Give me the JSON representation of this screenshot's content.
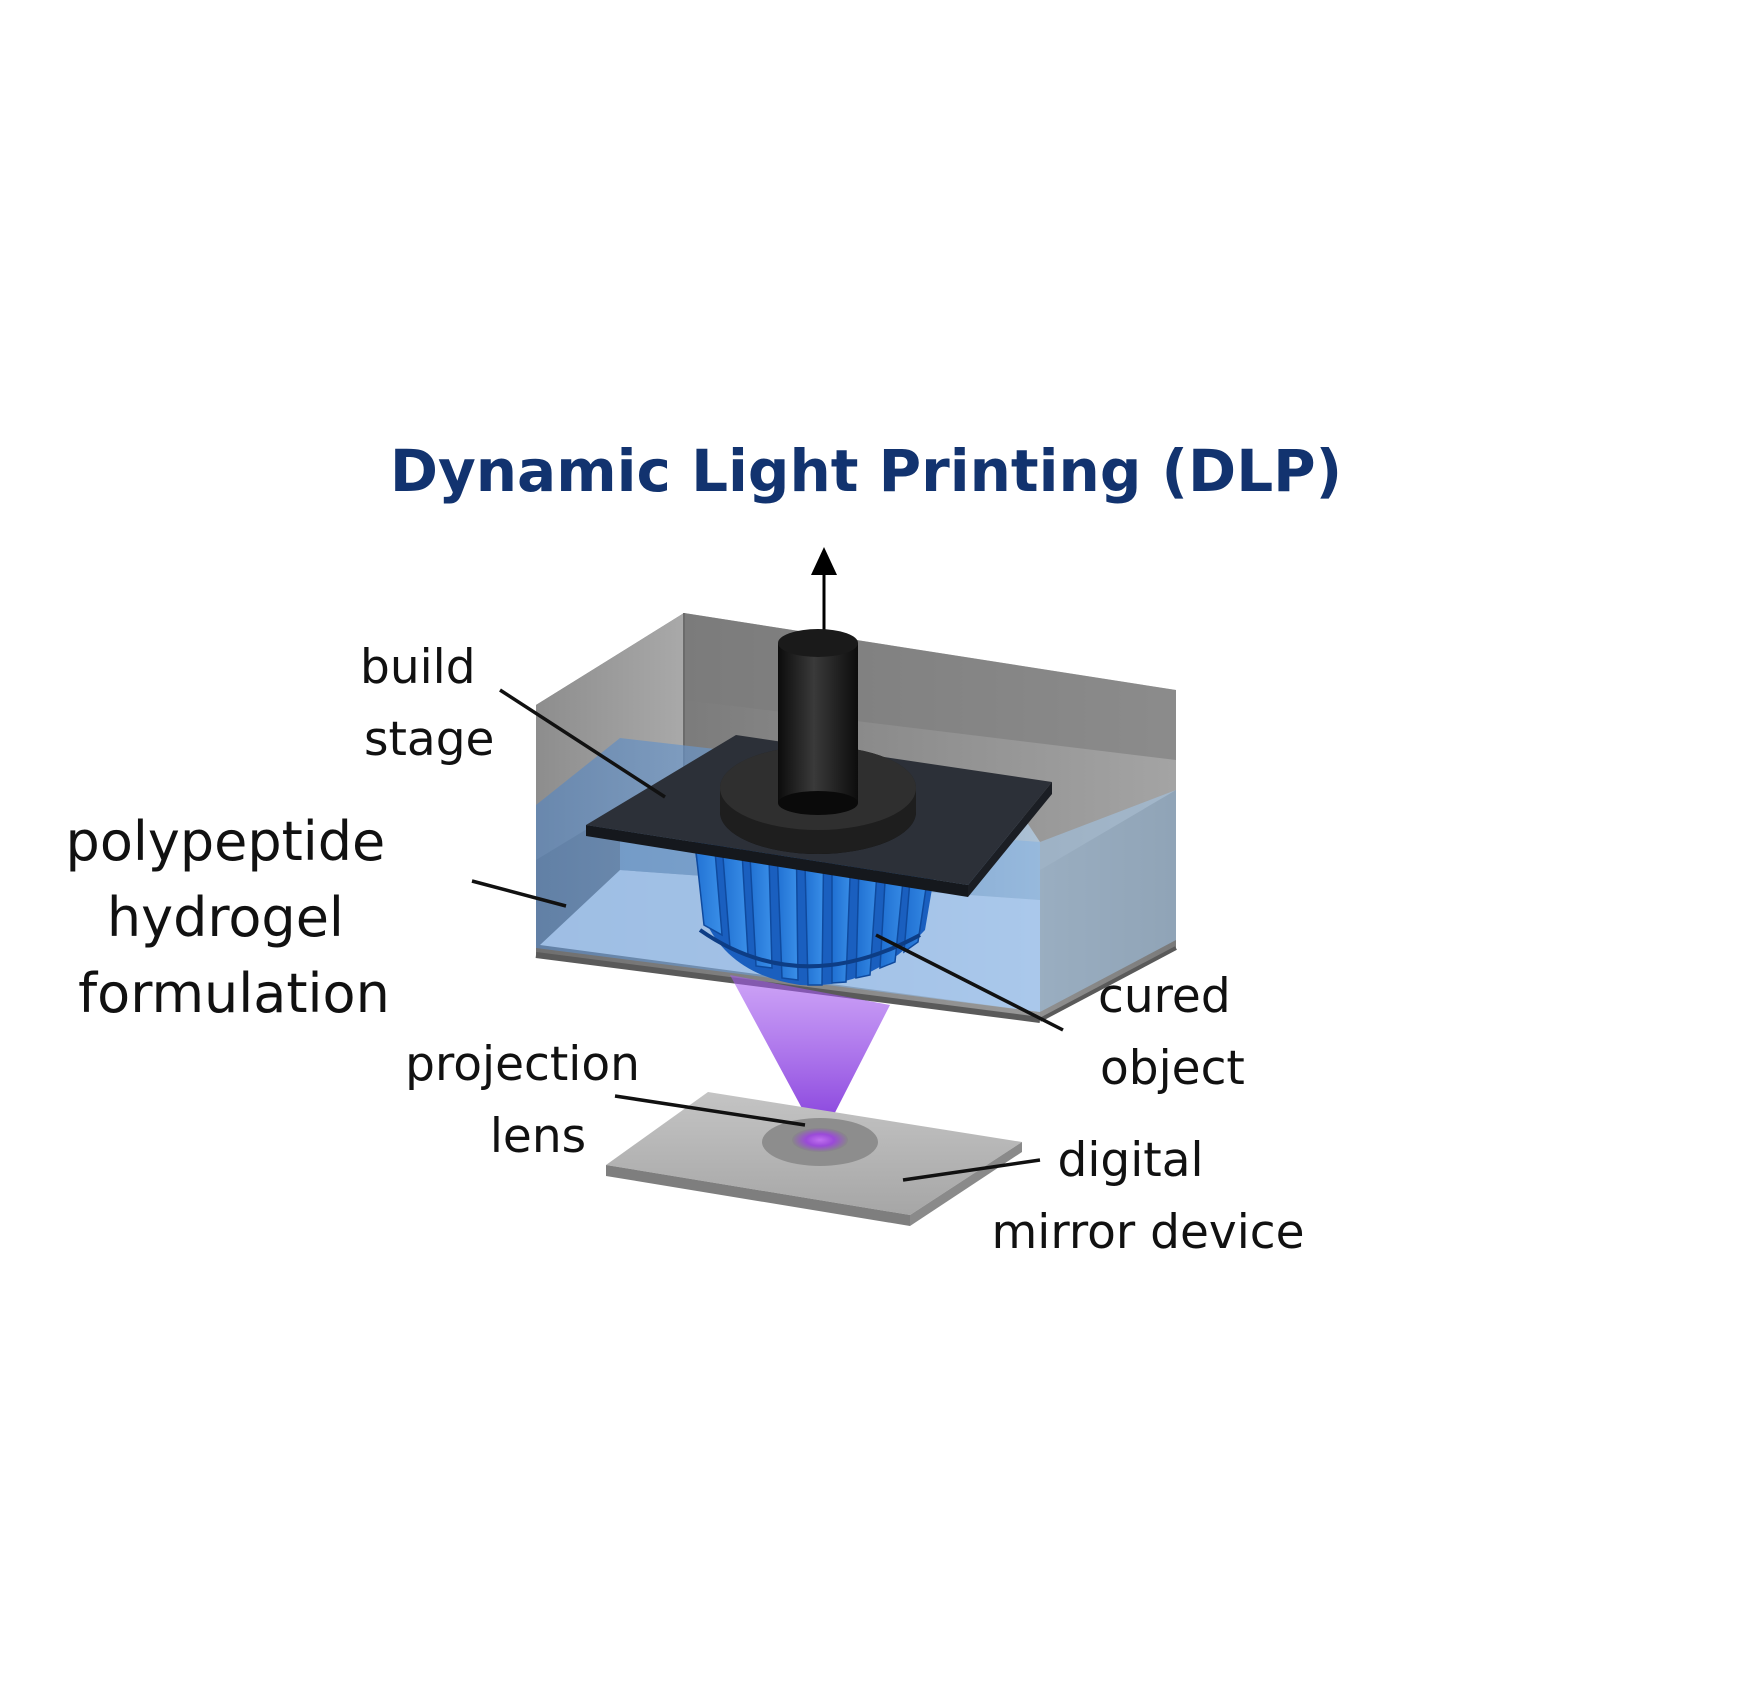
{
  "title": "Dynamic Light Printing (DLP)",
  "labels": {
    "build_stage": [
      "build",
      "stage"
    ],
    "hydrogel": [
      "polypeptide",
      "hydrogel",
      "formulation"
    ],
    "cured_object": [
      "cured",
      "object"
    ],
    "projection_lens": [
      "projection",
      "lens"
    ],
    "mirror_device": [
      "digital",
      "mirror device"
    ]
  },
  "colors": {
    "title": "#12336f",
    "hydrogel": "#6fa8dc",
    "cured_object": "#1f6fd1",
    "light_beam": "#8a3ee0",
    "stage": "#2b2f36",
    "vat": "#8f8f8f"
  }
}
